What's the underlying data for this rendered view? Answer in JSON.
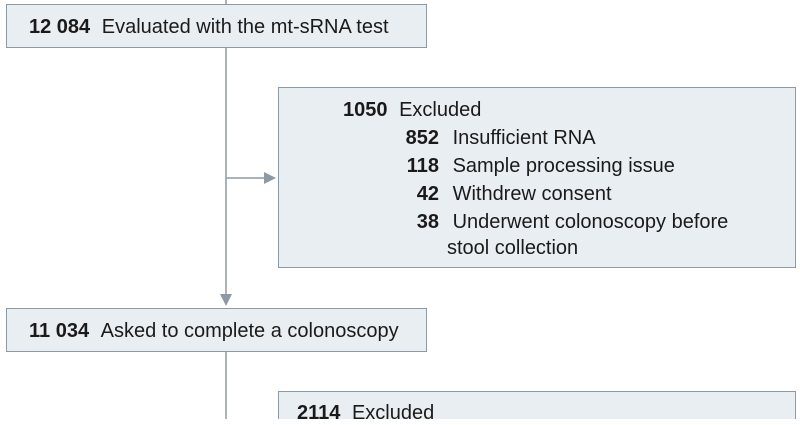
{
  "flow": {
    "evaluated": {
      "count": "12 084",
      "label": "Evaluated with the mt-sRNA test"
    },
    "excluded_1": {
      "count": "1050",
      "label": "Excluded",
      "reasons": [
        {
          "count": "852",
          "label": "Insufficient RNA"
        },
        {
          "count": "118",
          "label": "Sample processing issue"
        },
        {
          "count": "42",
          "label": "Withdrew consent"
        },
        {
          "count": "38",
          "label": "Underwent colonoscopy before",
          "label_cont": "stool collection"
        }
      ]
    },
    "asked": {
      "count": "11 034",
      "label": "Asked to complete a colonoscopy"
    },
    "excluded_2": {
      "count": "2114",
      "label": "Excluded"
    }
  },
  "colors": {
    "box_fill": "#e9eef2",
    "box_border": "#8d9aa5",
    "line": "#8d9aa5"
  }
}
